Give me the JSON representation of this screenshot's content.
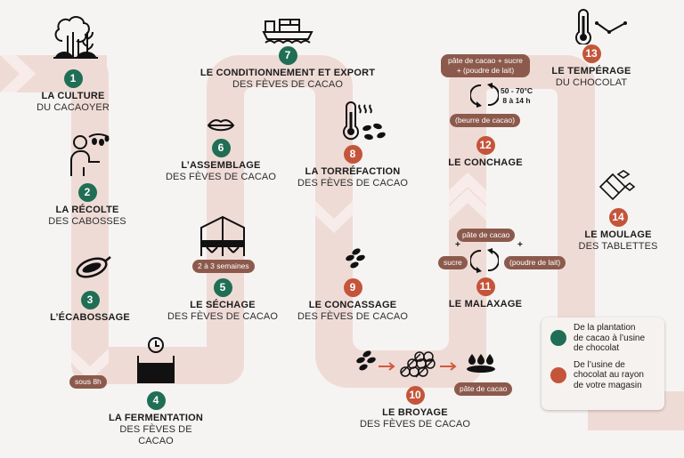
{
  "colors": {
    "background": "#f6f4f2",
    "path": "#efdbd6",
    "path_chevron": "#f7ecea",
    "green": "#1f6e55",
    "orange": "#c4553a",
    "pill": "#8c5a4c",
    "arrow": "#d2593f"
  },
  "steps": [
    {
      "num": "1",
      "color": "green",
      "title": "LA CULTURE",
      "sub": "DU CACAOYER",
      "icon": "cacao-tree-icon"
    },
    {
      "num": "2",
      "color": "green",
      "title": "LA RÉCOLTE",
      "sub": "DES CABOSSES",
      "icon": "harvest-person-icon"
    },
    {
      "num": "3",
      "color": "green",
      "title": "L’ÉCABOSSAGE",
      "sub": "",
      "icon": "cacao-pod-icon"
    },
    {
      "num": "4",
      "color": "green",
      "title": "LA FERMENTATION",
      "sub": "DES FÈVES DE",
      "sub2": "CACAO",
      "icon": "fermentation-bin-clock-icon"
    },
    {
      "num": "5",
      "color": "green",
      "title": "LE SÉCHAGE",
      "sub": "DES FÈVES DE CACAO",
      "icon": "drying-rack-icon"
    },
    {
      "num": "6",
      "color": "green",
      "title": "L’ASSEMBLAGE",
      "sub": "DES FÈVES DE CACAO",
      "icon": "lips-icon"
    },
    {
      "num": "7",
      "color": "green",
      "title": "LE CONDITIONNEMENT ET EXPORT",
      "sub": "DES FÈVES DE CACAO",
      "icon": "cargo-ship-icon"
    },
    {
      "num": "8",
      "color": "orange",
      "title": "LA TORRÉFACTION",
      "sub": "DES FÈVES DE CACAO",
      "icon": "thermometer-beans-icon"
    },
    {
      "num": "9",
      "color": "orange",
      "title": "LE CONCASSAGE",
      "sub": "DES FÈVES DE CACAO",
      "icon": "beans-icon"
    },
    {
      "num": "10",
      "color": "orange",
      "title": "LE BROYAGE",
      "sub": "DES FÈVES DE CACAO",
      "icon": "grinder-rollers-icon"
    },
    {
      "num": "11",
      "color": "orange",
      "title": "LE MALAXAGE",
      "sub": "",
      "icon": "mixing-cycle-icon"
    },
    {
      "num": "12",
      "color": "orange",
      "title": "LE CONCHAGE",
      "sub": "",
      "icon": "conching-cycle-icon"
    },
    {
      "num": "13",
      "color": "orange",
      "title": "LE TEMPÉRAGE",
      "sub": "DU CHOCOLAT",
      "icon": "thermometer-curve-icon"
    },
    {
      "num": "14",
      "color": "orange",
      "title": "LE MOULAGE",
      "sub": "DES TABLETTES",
      "icon": "chocolate-pieces-icon"
    }
  ],
  "pills": {
    "fermentation_time": "sous 8h",
    "drying_time": "2 à 3 semaines",
    "broyage_output": "pâte de cacao",
    "malaxage_top": "pâte de cacao",
    "malaxage_left": "sucre",
    "malaxage_right": "(poudre de lait)",
    "conchage_top_line1": "pâte de cacao + sucre",
    "conchage_top_line2": "+ (poudre de lait)",
    "conchage_bottom": "(beurre de cacao)"
  },
  "plus_sign": "+",
  "conchage_params": {
    "temperature": "50 - 70°C",
    "duration": "8 à 14 h"
  },
  "legend": {
    "items": [
      {
        "color": "#1f6e55",
        "label_lines": [
          "De la plantation",
          "de cacao à l’usine",
          "de chocolat"
        ]
      },
      {
        "color": "#c4553a",
        "label_lines": [
          "De l’usine de",
          "chocolat au rayon",
          "de votre magasin"
        ]
      }
    ]
  }
}
